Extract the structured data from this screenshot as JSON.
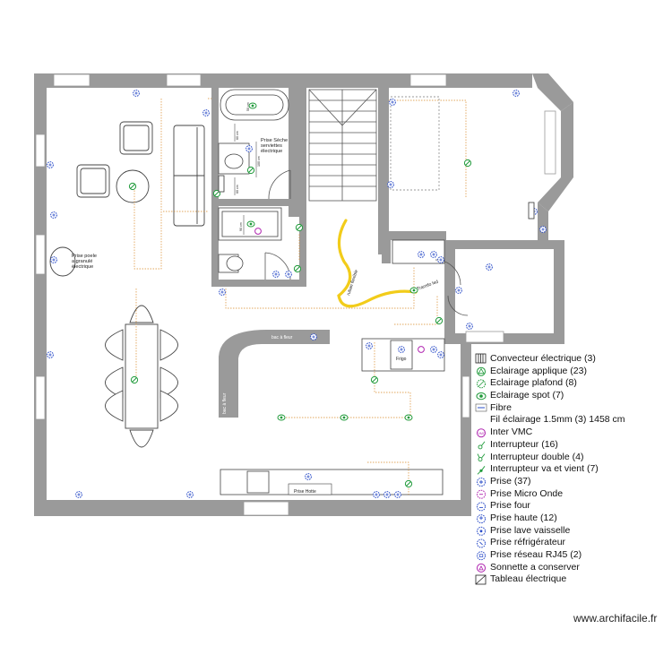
{
  "labels": {
    "seche": [
      "Prise Sèche",
      "serviettes",
      "électrique"
    ],
    "poele": [
      "Prise poele",
      "a granulé",
      "électrique"
    ],
    "bac_top": "bac à fleur",
    "bac_left": "bac à fleur",
    "frigo": "Frigo",
    "prise_hotte": "Prise Hotte",
    "ruban": "ruban flexible",
    "transfo": "Transfo led",
    "dim_60a": "60 cm",
    "dim_60b": "60 cm",
    "dim_100": "100 cm",
    "dim_50": "50 cm",
    "dim_90": "90 cm"
  },
  "legend": [
    {
      "icon": "convecteur-icon",
      "label": "Convecteur électrique (3)"
    },
    {
      "icon": "applique-icon",
      "label": "Eclairage applique (23)"
    },
    {
      "icon": "plafond-icon",
      "label": "Eclairage plafond (8)"
    },
    {
      "icon": "spot-icon",
      "label": "Eclairage spot (7)"
    },
    {
      "icon": "fibre-icon",
      "label": "Fibre"
    },
    {
      "icon": "",
      "label": "Fil éclairage 1.5mm (3) 1458 cm"
    },
    {
      "icon": "vmc-icon",
      "label": "Inter VMC"
    },
    {
      "icon": "interrupteur-icon",
      "label": "Interrupteur (16)"
    },
    {
      "icon": "interrupteur-double-icon",
      "label": "Interrupteur double (4)"
    },
    {
      "icon": "va-et-vient-icon",
      "label": "Interrupteur va et vient (7)"
    },
    {
      "icon": "prise-icon",
      "label": "Prise (37)"
    },
    {
      "icon": "micro-onde-icon",
      "label": "Prise Micro Onde"
    },
    {
      "icon": "four-icon",
      "label": "Prise four"
    },
    {
      "icon": "prise-haute-icon",
      "label": "Prise haute (12)"
    },
    {
      "icon": "lave-vaisselle-icon",
      "label": "Prise lave vaisselle"
    },
    {
      "icon": "refrigerateur-icon",
      "label": "Prise réfrigérateur"
    },
    {
      "icon": "rj45-icon",
      "label": "Prise réseau RJ45 (2)"
    },
    {
      "icon": "sonnette-icon",
      "label": "Sonnette a conserver"
    },
    {
      "icon": "tableau-icon",
      "label": "Tableau électrique"
    }
  ],
  "colors": {
    "wall": "#9a9a9a",
    "electric_blue": "#2a4cc8",
    "electric_green": "#1f9a3a",
    "wire": "#d98a2a",
    "ribbon": "#f2cc1a",
    "magenta": "#b025b0"
  },
  "watermark": "www.archifacile.fr"
}
